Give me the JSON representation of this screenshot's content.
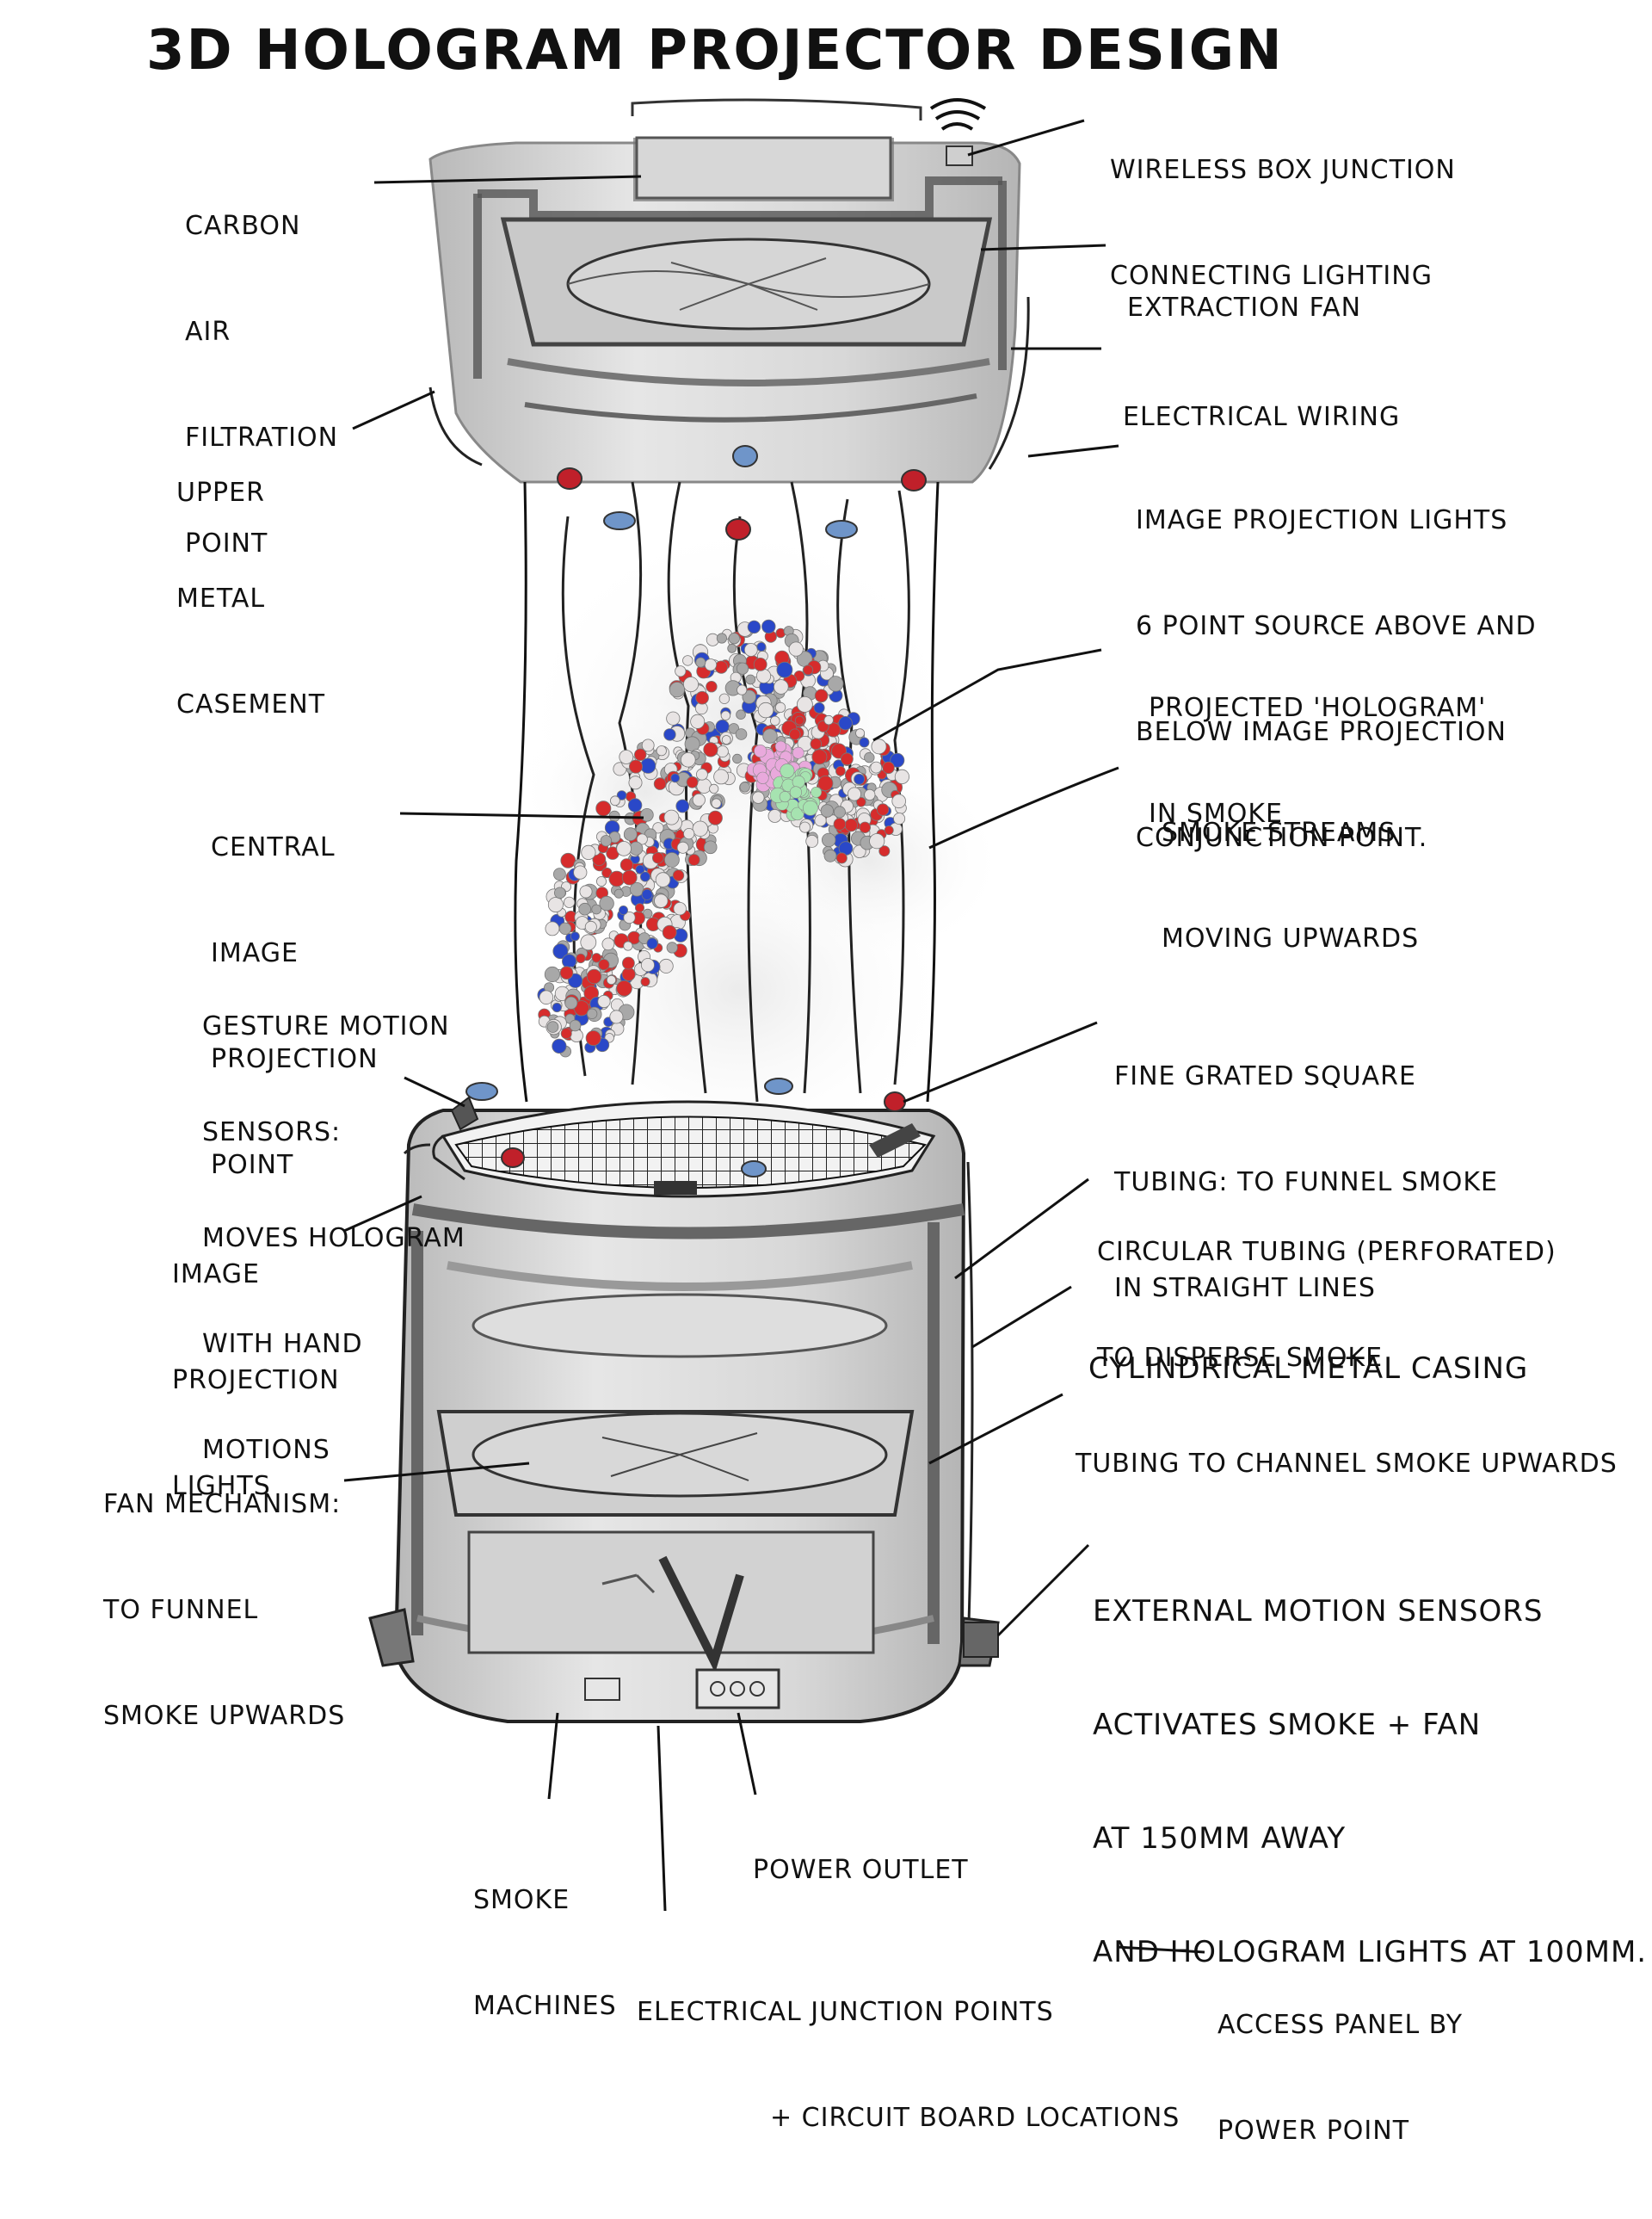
{
  "title": "3D HOLOGRAM PROJECTOR DESIGN",
  "labels": {
    "wireless": [
      "WIRELESS BOX JUNCTION",
      "CONNECTING LIGHTING"
    ],
    "carbon": [
      "CARBON",
      "AIR",
      "FILTRATION",
      "POINT"
    ],
    "extraction_fan": [
      "EXTRACTION FAN"
    ],
    "electrical_wiring": [
      "ELECTRICAL WIRING"
    ],
    "upper_casement": [
      "UPPER",
      "METAL",
      "CASEMENT"
    ],
    "projection_lights_top": [
      "IMAGE PROJECTION LIGHTS",
      "6 POINT SOURCE ABOVE AND",
      "BELOW IMAGE PROJECTION",
      "CONJUNCTION POINT."
    ],
    "projected_hologram": [
      "PROJECTED 'HOLOGRAM'",
      "IN SMOKE"
    ],
    "smoke_streams": [
      "SMOKE STREAMS",
      "MOVING UPWARDS"
    ],
    "central_point": [
      "CENTRAL",
      "IMAGE",
      "PROJECTION",
      "POINT"
    ],
    "gesture_sensors": [
      "GESTURE MOTION",
      "SENSORS:",
      "MOVES HOLOGRAM",
      "WITH HAND",
      "MOTIONS"
    ],
    "fine_grated": [
      "FINE GRATED SQUARE",
      "TUBING: TO FUNNEL SMOKE",
      "IN STRAIGHT LINES"
    ],
    "image_lights_lower": [
      "IMAGE",
      "PROJECTION",
      "LIGHTS"
    ],
    "circular_tubing": [
      "CIRCULAR TUBING (PERFORATED)",
      "TO DISPERSE SMOKE"
    ],
    "cylindrical_casing": [
      "CYLINDRICAL METAL CASING"
    ],
    "tubing_channel": [
      "TUBING TO CHANNEL SMOKE UPWARDS"
    ],
    "fan_mechanism": [
      "FAN MECHANISM:",
      "TO FUNNEL",
      "SMOKE UPWARDS"
    ],
    "external_sensors": [
      "EXTERNAL MOTION SENSORS",
      "ACTIVATES SMOKE + FAN",
      "AT 150mm AWAY",
      "AND HOLOGRAM LIGHTS AT 100mm."
    ],
    "power_outlet": [
      "POWER OUTLET"
    ],
    "smoke_machines": [
      "SMOKE",
      "MACHINES"
    ],
    "electrical_junction": [
      "ELECTRICAL JUNCTION POINTS",
      "+ CIRCUIT BOARD LOCATIONS"
    ],
    "access_panel": [
      "ACCESS PANEL BY",
      "POWER POINT"
    ]
  },
  "colors": {
    "casing": "#dcdcdc",
    "casing_dark": "#9a9a9a",
    "ink": "#111111",
    "light_red": "#c0202a",
    "light_blue": "#6f95c9",
    "atom_red": "#d62c2c",
    "atom_blue": "#2a48c8",
    "atom_white": "#e8e4e4",
    "atom_grey": "#a8a8a8",
    "atom_pink": "#e9a9dc",
    "atom_green": "#a6e3b0"
  }
}
